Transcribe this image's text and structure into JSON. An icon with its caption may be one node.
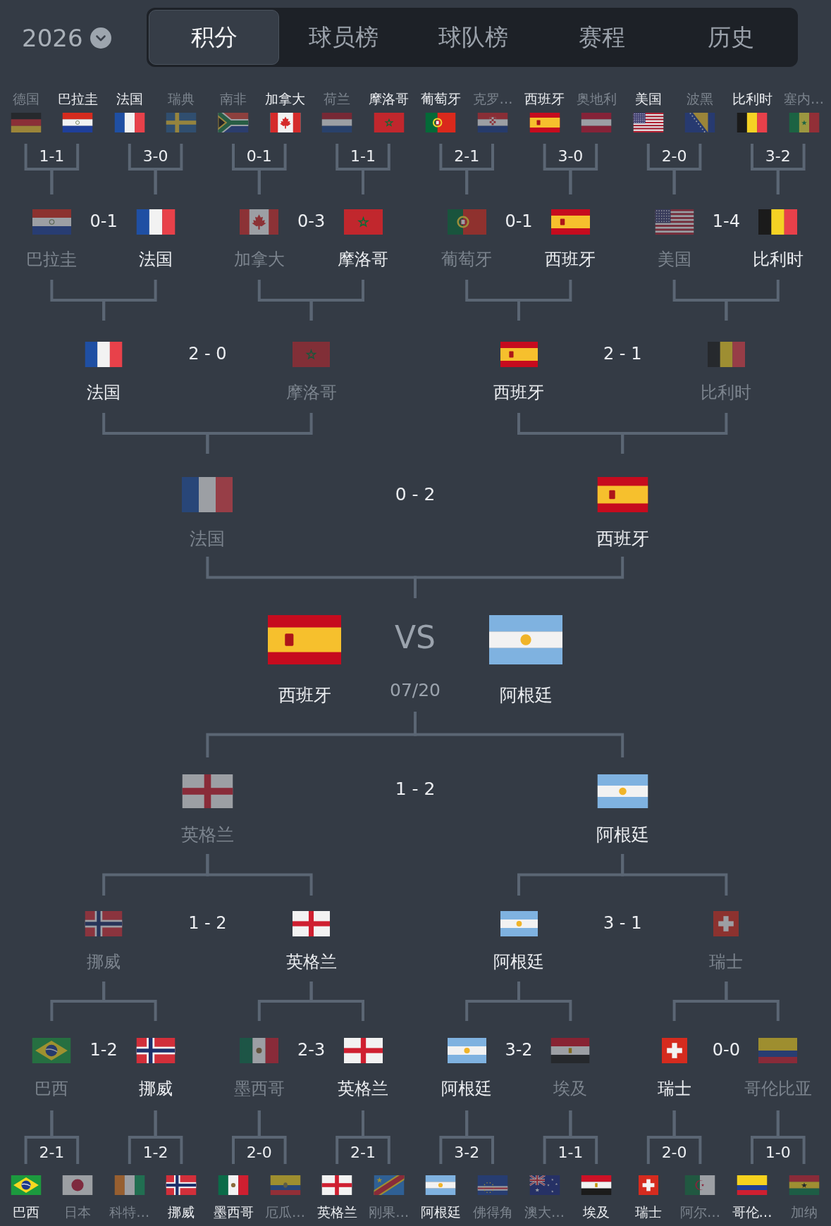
{
  "diagram": {
    "nodes": [
      {
        "text": [
          "德国"
        ]
      },
      {
        "text": [
          "巴拉圭"
        ]
      },
      {
        "text": [
          "法国"
        ]
      },
      {
        "text": [
          "瑞典"
        ]
      },
      {
        "text": [
          "南非"
        ]
      },
      {
        "text": [
          "加拿大"
        ]
      },
      {
        "text": [
          "荷兰"
        ]
      },
      {
        "text": [
          "摩洛哥"
        ]
      },
      {
        "text": [
          "葡萄牙"
        ]
      },
      {
        "text": [
          "克罗…"
        ]
      },
      {
        "text": [
          "西班牙"
        ]
      },
      {
        "text": [
          "奥地利"
        ]
      },
      {
        "text": [
          "美国"
        ]
      },
      {
        "text": [
          "波黑"
        ]
      },
      {
        "text": [
          "比利时"
        ]
      },
      {
        "text": [
          "塞内…"
        ]
      },
      {
        "text": [
          "巴拉圭"
        ]
      },
      {
        "text": [
          "法国"
        ]
      },
      {
        "text": [
          "加拿大"
        ]
      },
      {
        "text": [
          "摩洛哥"
        ]
      },
      {
        "text": [
          "葡萄牙"
        ]
      },
      {
        "text": [
          "西班牙"
        ]
      },
      {
        "text": [
          "美国"
        ]
      },
      {
        "text": [
          "比利时"
        ]
      },
      {
        "text": [
          "法国"
        ]
      },
      {
        "text": [
          "摩洛哥"
        ]
      },
      {
        "text": [
          "西班牙"
        ]
      },
      {
        "text": [
          "比利时"
        ]
      },
      {
        "text": [
          "法国"
        ]
      },
      {
        "text": [
          "西班牙"
        ]
      },
      {
        "text": [
          "西班牙"
        ]
      },
      {
        "text": [
          "VS",
          "07/20"
        ]
      },
      {
        "text": [
          "阿根廷"
        ]
      },
      {
        "text": [
          "英格兰"
        ]
      },
      {
        "text": [
          "阿根廷"
        ]
      },
      {
        "text": [
          "挪威"
        ]
      },
      {
        "text": [
          "英格兰"
        ]
      },
      {
        "text": [
          "阿根廷"
        ]
      },
      {
        "text": [
          "瑞士"
        ]
      },
      {
        "text": [
          "巴西"
        ]
      },
      {
        "text": [
          "挪威"
        ]
      },
      {
        "text": [
          "墨西哥"
        ]
      },
      {
        "text": [
          "英格兰"
        ]
      },
      {
        "text": [
          "阿根廷"
        ]
      },
      {
        "text": [
          "埃及"
        ]
      },
      {
        "text": [
          "瑞士"
        ]
      },
      {
        "text": [
          "哥伦比亚"
        ]
      },
      {
        "text": [
          "巴西"
        ]
      },
      {
        "text": [
          "日本"
        ]
      },
      {
        "text": [
          "科特…"
        ]
      },
      {
        "text": [
          "挪威"
        ]
      },
      {
        "text": [
          "墨西哥"
        ]
      },
      {
        "text": [
          "厄瓜…"
        ]
      },
      {
        "text": [
          "英格兰"
        ]
      },
      {
        "text": [
          "刚果…"
        ]
      },
      {
        "text": [
          "阿根廷"
        ]
      },
      {
        "text": [
          "佛得角"
        ]
      },
      {
        "text": [
          "澳大…"
        ]
      },
      {
        "text": [
          "埃及"
        ]
      },
      {
        "text": [
          "瑞士"
        ]
      },
      {
        "text": [
          "阿尔…"
        ]
      },
      {
        "text": [
          "哥伦…"
        ]
      },
      {
        "text": [
          "加纳"
        ]
      }
    ],
    "edges": [
      {
        "from": 0,
        "to": 16,
        "arrow": "none"
      },
      {
        "from": 1,
        "to": 16,
        "arrow": "none"
      },
      {
        "from": 2,
        "to": 17,
        "arrow": "none"
      },
      {
        "from": 3,
        "to": 17,
        "arrow": "none"
      },
      {
        "from": 4,
        "to": 18,
        "arrow": "none"
      },
      {
        "from": 5,
        "to": 18,
        "arrow": "none"
      },
      {
        "from": 6,
        "to": 19,
        "arrow": "none"
      },
      {
        "from": 7,
        "to": 19,
        "arrow": "none"
      },
      {
        "from": 8,
        "to": 20,
        "arrow": "none"
      },
      {
        "from": 9,
        "to": 20,
        "arrow": "none"
      },
      {
        "from": 10,
        "to": 21,
        "arrow": "none"
      },
      {
        "from": 11,
        "to": 21,
        "arrow": "none"
      },
      {
        "from": 12,
        "to": 22,
        "arrow": "none"
      },
      {
        "from": 13,
        "to": 22,
        "arrow": "none"
      },
      {
        "from": 14,
        "to": 23,
        "arrow": "none"
      },
      {
        "from": 15,
        "to": 23,
        "arrow": "none"
      },
      {
        "from": 16,
        "to": 24,
        "arrow": "none"
      },
      {
        "from": 17,
        "to": 24,
        "arrow": "none"
      },
      {
        "from": 18,
        "to": 25,
        "arrow": "none"
      },
      {
        "from": 19,
        "to": 25,
        "arrow": "none"
      },
      {
        "from": 20,
        "to": 26,
        "arrow": "none"
      },
      {
        "from": 21,
        "to": 26,
        "arrow": "none"
      },
      {
        "from": 22,
        "to": 27,
        "arrow": "none"
      },
      {
        "from": 23,
        "to": 27,
        "arrow": "none"
      },
      {
        "from": 24,
        "to": 28,
        "arrow": "none"
      },
      {
        "from": 25,
        "to": 28,
        "arrow": "none"
      },
      {
        "from": 26,
        "to": 29,
        "arrow": "none"
      },
      {
        "from": 27,
        "to": 29,
        "arrow": "none"
      },
      {
        "from": 28,
        "to": 31,
        "arrow": "none"
      },
      {
        "from": 29,
        "to": 31,
        "arrow": "none"
      },
      {
        "from": 33,
        "to": 31,
        "arrow": "none"
      },
      {
        "from": 34,
        "to": 31,
        "arrow": "none"
      },
      {
        "from": 35,
        "to": 33,
        "arrow": "none"
      },
      {
        "from": 36,
        "to": 33,
        "arrow": "none"
      },
      {
        "from": 37,
        "to": 34,
        "arrow": "none"
      },
      {
        "from": 38,
        "to": 34,
        "arrow": "none"
      },
      {
        "from": 39,
        "to": 35,
        "arrow": "none"
      },
      {
        "from": 40,
        "to": 35,
        "arrow": "none"
      },
      {
        "from": 41,
        "to": 36,
        "arrow": "none"
      },
      {
        "from": 42,
        "to": 36,
        "arrow": "none"
      },
      {
        "from": 43,
        "to": 37,
        "arrow": "none"
      },
      {
        "from": 44,
        "to": 37,
        "arrow": "none"
      },
      {
        "from": 45,
        "to": 38,
        "arrow": "none"
      },
      {
        "from": 46,
        "to": 38,
        "arrow": "none"
      },
      {
        "from": 47,
        "to": 39,
        "arrow": "none"
      },
      {
        "from": 48,
        "to": 39,
        "arrow": "none"
      },
      {
        "from": 49,
        "to": 40,
        "arrow": "none"
      },
      {
        "from": 50,
        "to": 40,
        "arrow": "none"
      },
      {
        "from": 51,
        "to": 41,
        "arrow": "none"
      },
      {
        "from": 52,
        "to": 41,
        "arrow": "none"
      },
      {
        "from": 53,
        "to": 42,
        "arrow": "none"
      },
      {
        "from": 54,
        "to": 42,
        "arrow": "none"
      },
      {
        "from": 55,
        "to": 43,
        "arrow": "none"
      },
      {
        "from": 56,
        "to": 43,
        "arrow": "none"
      },
      {
        "from": 57,
        "to": 44,
        "arrow": "none"
      },
      {
        "from": 58,
        "to": 44,
        "arrow": "none"
      },
      {
        "from": 59,
        "to": 45,
        "arrow": "none"
      },
      {
        "from": 60,
        "to": 45,
        "arrow": "none"
      },
      {
        "from": 61,
        "to": 46,
        "arrow": "none"
      },
      {
        "from": 62,
        "to": 46,
        "arrow": "none"
      }
    ],
    "labels": [
      "2026",
      "积分",
      "球员榜",
      "球队榜",
      "赛程",
      "历史",
      "1-1",
      "3-0",
      "0-1",
      "1-1",
      "2-1",
      "3-0",
      "2-0",
      "3-2",
      "0-1",
      "0-3",
      "0-1",
      "1-4",
      "2 - 0",
      "2 - 1",
      "0 - 2",
      "1 - 2",
      "1 - 2",
      "3 - 1",
      "1-2",
      "2-3",
      "3-2",
      "0-0",
      "2-1",
      "1-2",
      "2-0",
      "2-1",
      "3-2",
      "1-1",
      "2-0",
      "1-0"
    ]
  }
}
